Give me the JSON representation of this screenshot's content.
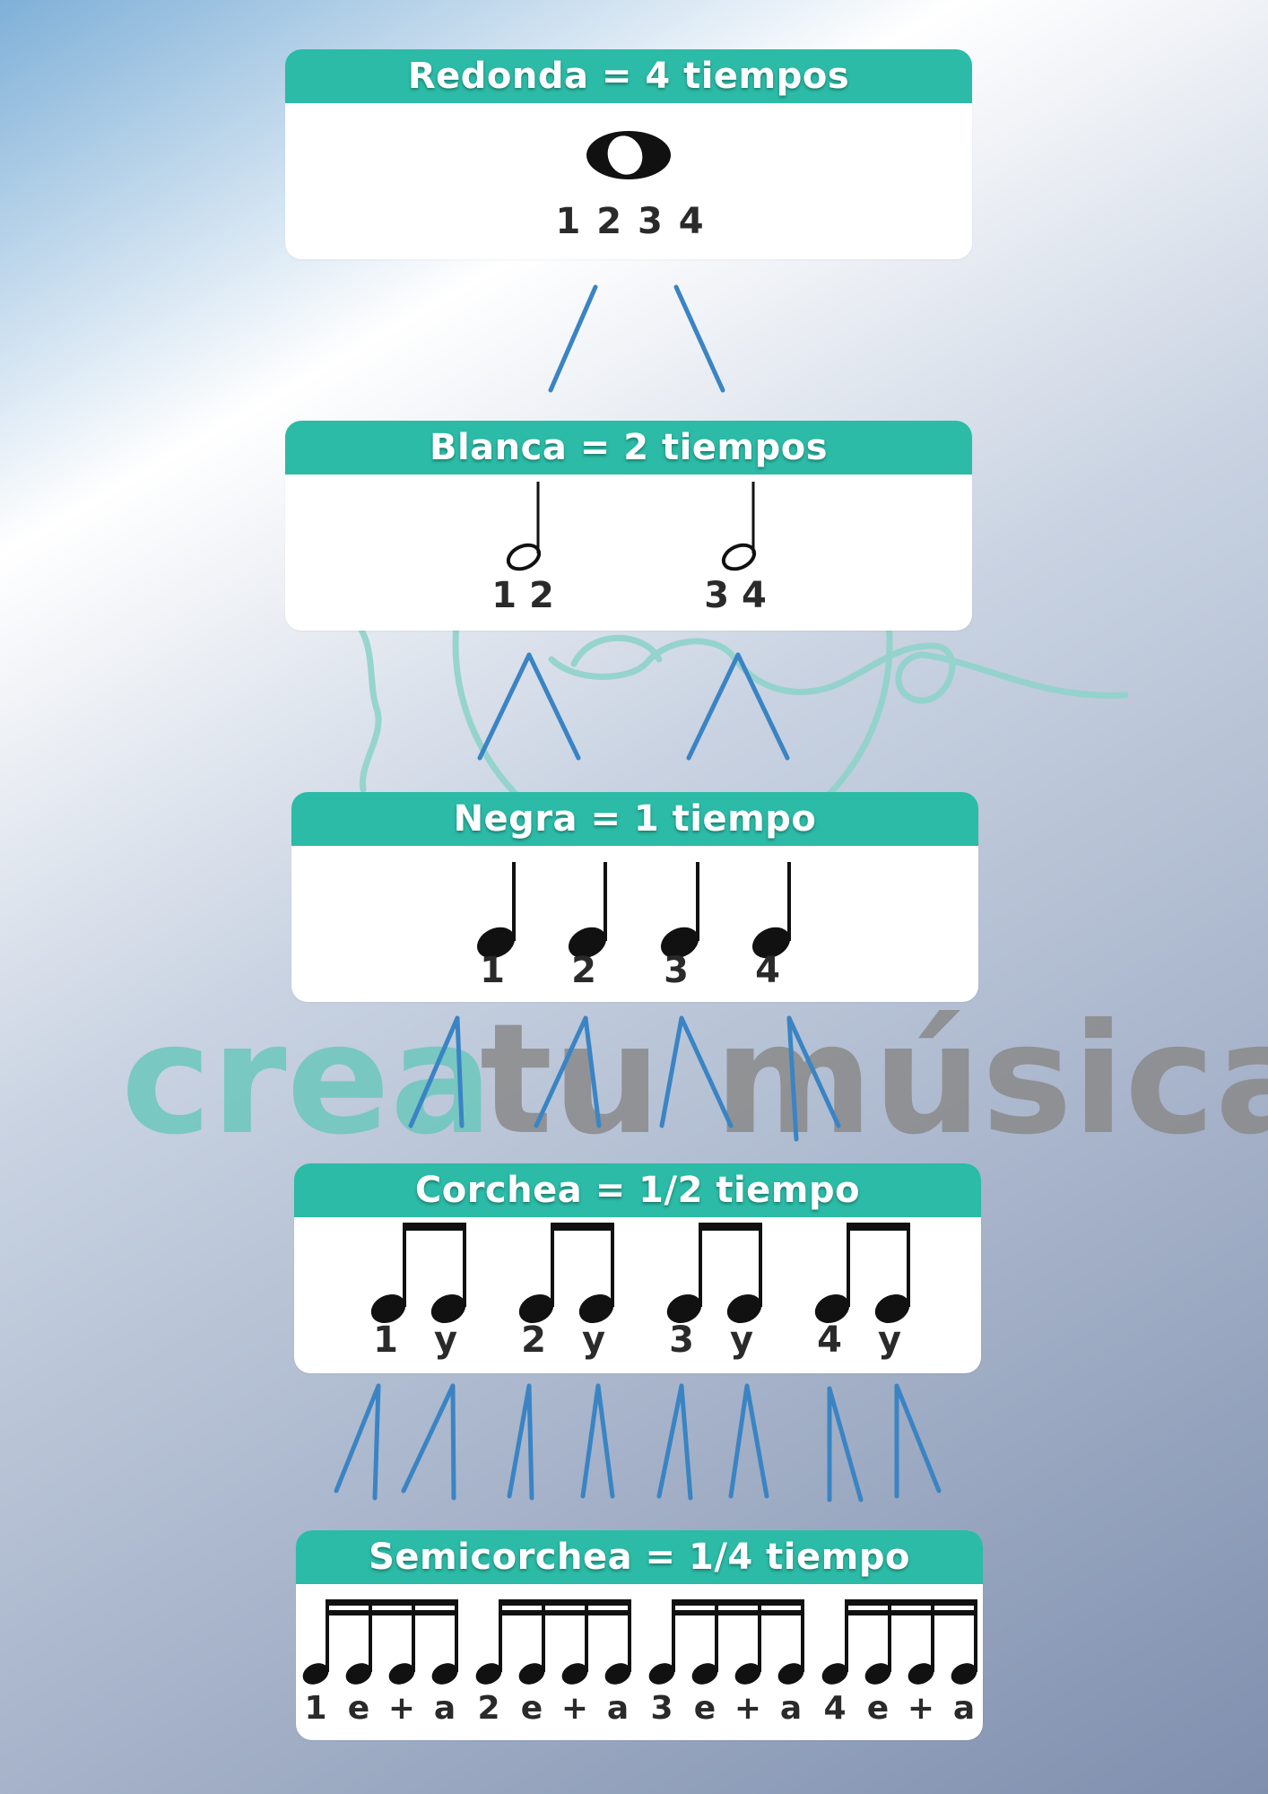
{
  "watermark": {
    "part1": "crea",
    "part2": "tu música"
  },
  "cards": [
    {
      "title": "Redonda = 4 tiempos",
      "counts": [
        "1 2 3 4"
      ]
    },
    {
      "title": "Blanca = 2 tiempos",
      "counts": [
        "1 2",
        "3 4"
      ]
    },
    {
      "title": "Negra = 1 tiempo",
      "counts": [
        "1",
        "2",
        "3",
        "4"
      ]
    },
    {
      "title": "Corchea = 1/2 tiempo",
      "counts": [
        "1",
        "y",
        "2",
        "y",
        "3",
        "y",
        "4",
        "y"
      ]
    },
    {
      "title": "Semicorchea = 1/4 tiempo",
      "counts": [
        "1",
        "e",
        "+",
        "a",
        "2",
        "e",
        "+",
        "a",
        "3",
        "e",
        "+",
        "a",
        "4",
        "e",
        "+",
        "a"
      ]
    }
  ],
  "colors": {
    "header": "#2bbba6",
    "connector": "#3a84c4",
    "watermark_teal": "#6cc7bd",
    "watermark_gray": "#888888"
  }
}
